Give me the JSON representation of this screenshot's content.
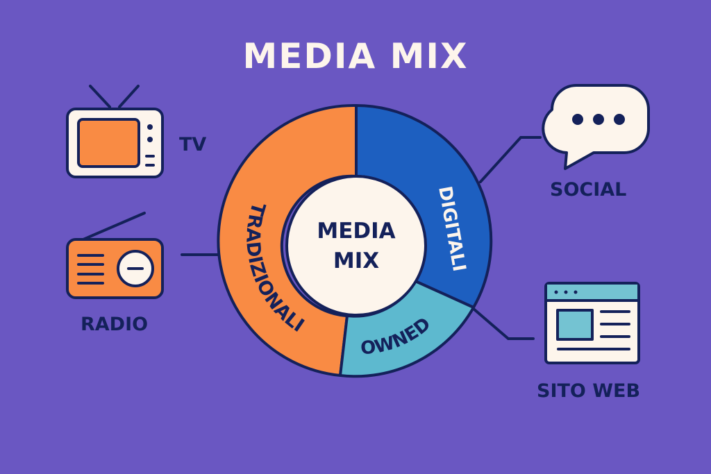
{
  "title": "MEDIA MIX",
  "center": {
    "line1": "MEDIA",
    "line2": "MIX"
  },
  "segments": [
    {
      "label": "TRADIZIONALI",
      "color": "#f98b44"
    },
    {
      "label": "DIGITALI",
      "color": "#1d5fc0"
    },
    {
      "label": "OWNED",
      "color": "#5db9cf"
    }
  ],
  "channels": {
    "tv": {
      "label": "TV",
      "icon": "tv-icon"
    },
    "radio": {
      "label": "RADIO",
      "icon": "radio-icon"
    },
    "social": {
      "label": "SOCIAL",
      "icon": "speech-bubble-icon"
    },
    "web": {
      "label": "SITO WEB",
      "icon": "browser-window-icon"
    }
  },
  "colors": {
    "background": "#6a57c2",
    "outline": "#14215a",
    "cream": "#fdf5ec"
  }
}
